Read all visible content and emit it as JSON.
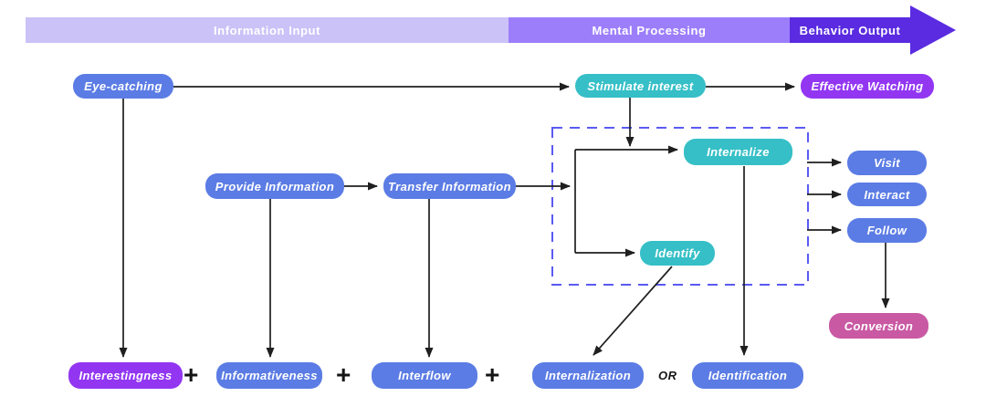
{
  "banner": {
    "segments": [
      {
        "label": "Information Input",
        "color": "#cbc2f7"
      },
      {
        "label": "Mental Processing",
        "color": "#9c7efa"
      },
      {
        "label": "Behavior Output",
        "color": "#5a2be0"
      }
    ]
  },
  "nodes": {
    "eye_catching": {
      "label": "Eye-catching",
      "color": "#5b7ce4"
    },
    "stimulate_interest": {
      "label": "Stimulate interest",
      "color": "#36bfc7"
    },
    "effective_watching": {
      "label": "Effective Watching",
      "color": "#9236f2"
    },
    "provide_information": {
      "label": "Provide Information",
      "color": "#5b7ce4"
    },
    "transfer_information": {
      "label": "Transfer Information",
      "color": "#5b7ce4"
    },
    "internalize": {
      "label": "Internalize",
      "color": "#36bfc7"
    },
    "identify": {
      "label": "Identify",
      "color": "#36bfc7"
    },
    "visit": {
      "label": "Visit",
      "color": "#5b7ce4"
    },
    "interact": {
      "label": "Interact",
      "color": "#5b7ce4"
    },
    "follow": {
      "label": "Follow",
      "color": "#5b7ce4"
    },
    "conversion": {
      "label": "Conversion",
      "color": "#c959a3"
    },
    "interestingness": {
      "label": "Interestingness",
      "color": "#9236f2"
    },
    "informativeness": {
      "label": "Informativeness",
      "color": "#5b7ce4"
    },
    "interflow": {
      "label": "Interflow",
      "color": "#5b7ce4"
    },
    "internalization": {
      "label": "Internalization",
      "color": "#5b7ce4"
    },
    "identification": {
      "label": "Identification",
      "color": "#5b7ce4"
    }
  },
  "operators": {
    "plus": "+",
    "or": "OR"
  },
  "colors": {
    "background": "#ffffff",
    "connector": "#1f1f1f",
    "dashed_box_border": "#5a5af2",
    "node_text": "#ffffff"
  }
}
